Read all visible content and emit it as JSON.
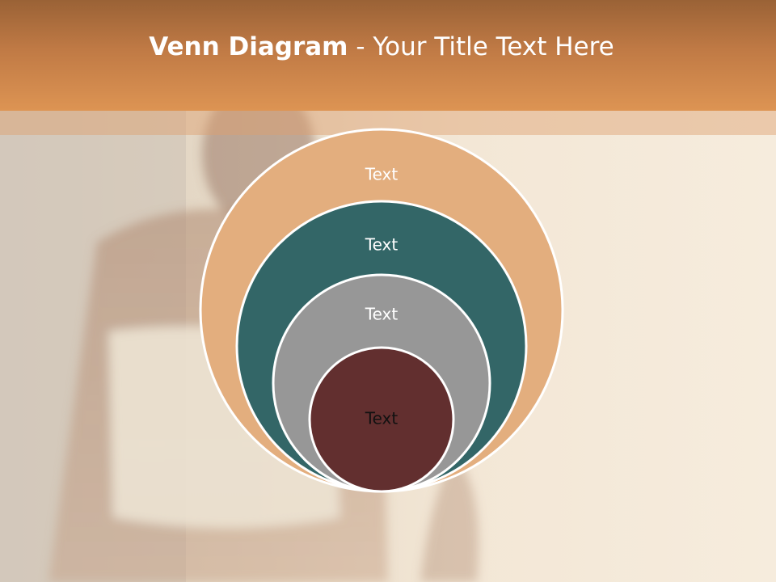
{
  "title": {
    "bold": "Venn Diagram",
    "rest": " - Your Title Text Here"
  },
  "diagram": {
    "type": "nested-circles",
    "circles": [
      {
        "label": "Text",
        "fill": "#e3ae7e",
        "text_color": "#ffffff"
      },
      {
        "label": "Text",
        "fill": "#336667",
        "text_color": "#ffffff"
      },
      {
        "label": "Text",
        "fill": "#979797",
        "text_color": "#ffffff"
      },
      {
        "label": "Text",
        "fill": "#622f2f",
        "text_color": "#111111"
      }
    ],
    "outline_color": "#ffffff"
  },
  "colors": {
    "header_top": "#9a6236",
    "header_bottom": "#dd9453",
    "background": "#f6ecdd"
  }
}
